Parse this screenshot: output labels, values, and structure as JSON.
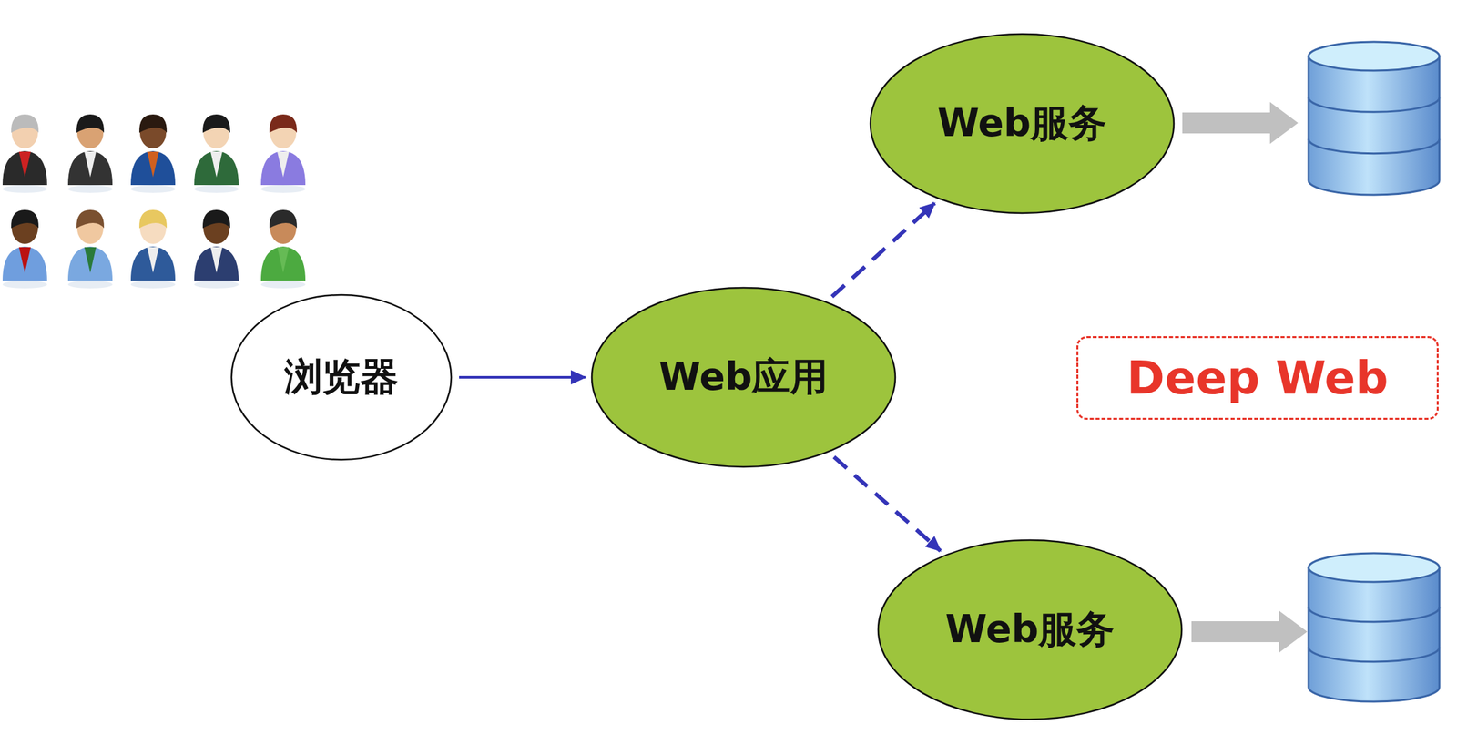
{
  "diagram": {
    "nodes": [
      {
        "text": [
          "Web服务"
        ]
      },
      {
        "text": [
          "浏览器"
        ]
      },
      {
        "text": [
          "Web应用"
        ]
      },
      {
        "text": [
          "Deep Web"
        ]
      },
      {
        "text": [
          "Web服务"
        ]
      }
    ],
    "edges": [
      {
        "from": 1,
        "to": 2,
        "arrow": "to"
      },
      {
        "from": 2,
        "to": 0,
        "arrow": "to"
      },
      {
        "from": 2,
        "to": 4,
        "arrow": "to"
      }
    ]
  }
}
